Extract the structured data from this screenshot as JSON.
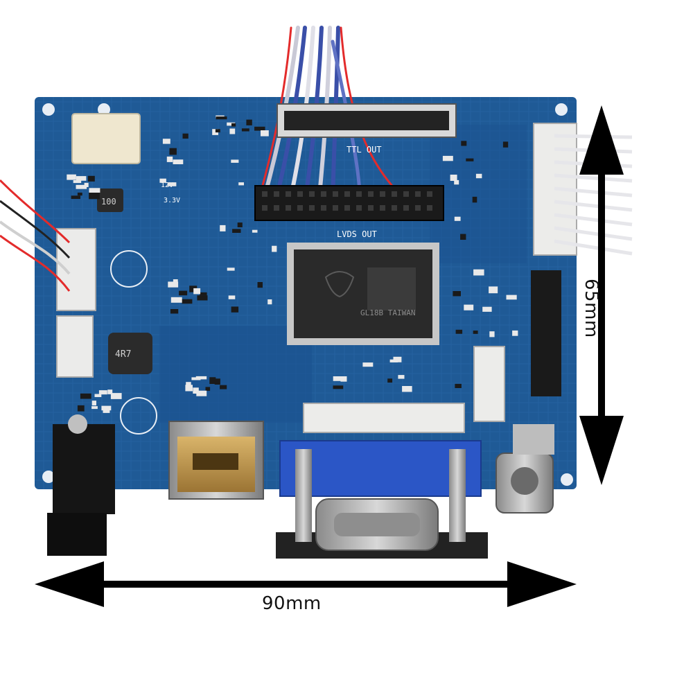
{
  "dimensions": {
    "width_label": "90mm",
    "height_label": "65mm"
  },
  "board": {
    "chip_marking": "GL18B TAIWAN",
    "lvds_label": "LVDS OUT",
    "ttl_label": "TTL OUT",
    "inductor_top": "100",
    "inductor_bottom": "4R7",
    "rail_12v": "12V",
    "rail_33v": "3.3V"
  },
  "colors": {
    "pcb": "#1f5a96",
    "pcb_dark": "#16467a",
    "chip": "#2a2a2a",
    "vga_blue": "#2b56c6",
    "connector_white": "#ecebe6",
    "arrow": "#000000"
  }
}
